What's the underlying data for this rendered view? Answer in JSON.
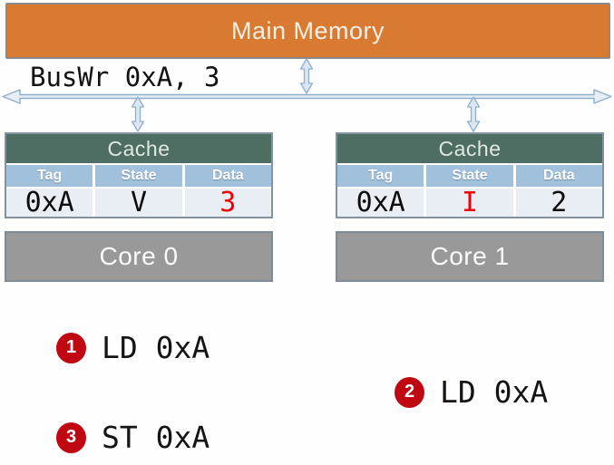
{
  "diagram": {
    "main_memory": {
      "label": "Main Memory"
    },
    "bus": {
      "label": "BusWr 0xA, 3"
    },
    "caches": [
      {
        "title": "Cache",
        "columns": [
          "Tag",
          "State",
          "Data"
        ],
        "row": {
          "tag": "0xA",
          "state": "V",
          "data": "3"
        },
        "highlighted_cell": "data",
        "core": {
          "label": "Core 0"
        }
      },
      {
        "title": "Cache",
        "columns": [
          "Tag",
          "State",
          "Data"
        ],
        "row": {
          "tag": "0xA",
          "state": "I",
          "data": "2"
        },
        "highlighted_cell": "state",
        "core": {
          "label": "Core 1"
        }
      }
    ],
    "steps": [
      {
        "number": "1",
        "label": "LD 0xA"
      },
      {
        "number": "2",
        "label": "LD 0xA"
      },
      {
        "number": "3",
        "label": "ST 0xA"
      }
    ],
    "colors": {
      "memory_orange": "#d97a33",
      "cache_header_green": "#4e6e63",
      "table_header_blue": "#a1c0dc",
      "table_row_bg": "#e9edf4",
      "core_gray": "#9a999a",
      "highlight_red": "#ee0004",
      "badge_red": "#c00812",
      "arrow_blue_fill": "#dbe7f2",
      "arrow_blue_stroke": "#8fafcb"
    }
  }
}
